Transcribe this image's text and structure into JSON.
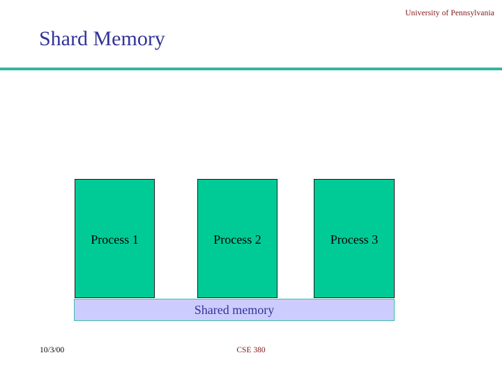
{
  "header": {
    "organization": "University of Pennsylvania",
    "title": "Shard Memory"
  },
  "colors": {
    "title_text": "#333399",
    "rule": "#33B5A0",
    "process_fill": "#00CB96",
    "process_border": "#1a1a1a",
    "shared_fill": "#CCCCFF",
    "shared_border": "#3CBFAE",
    "shared_text": "#333399",
    "org_text": "#801515",
    "course_text": "#801515",
    "date_text": "#000000",
    "background": "#FFFFFF"
  },
  "diagram": {
    "processes": [
      {
        "label": "Process 1"
      },
      {
        "label": "Process 2"
      },
      {
        "label": "Process 3"
      }
    ],
    "shared": {
      "label": "Shared memory"
    }
  },
  "footer": {
    "date": "10/3/00",
    "course": "CSE 380"
  }
}
